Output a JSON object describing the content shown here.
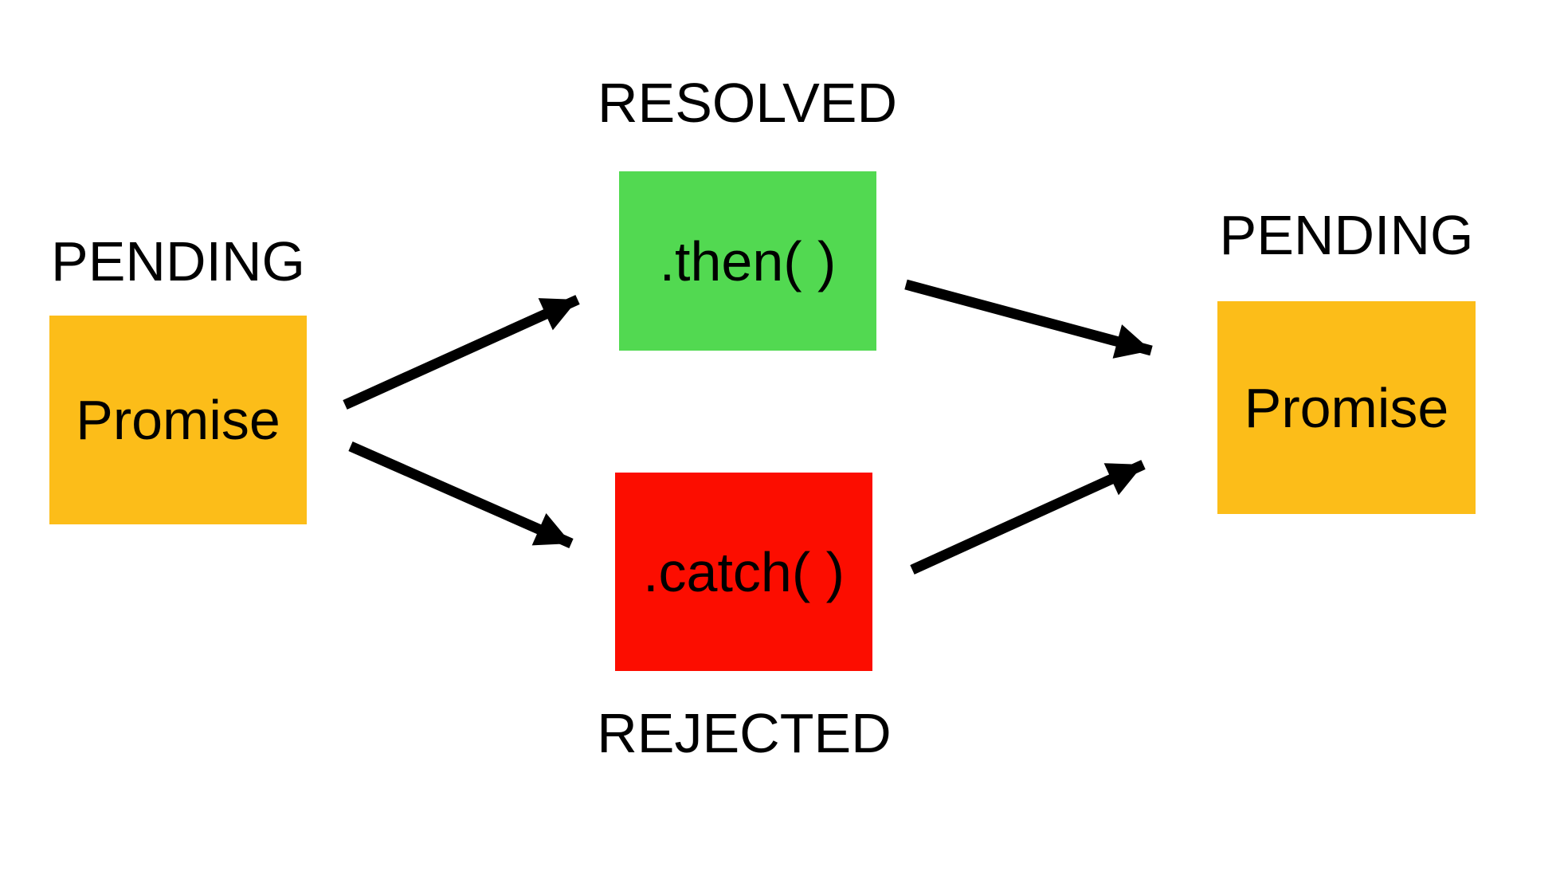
{
  "colors": {
    "background": "#FFFFFF",
    "text": "#000000",
    "arrow": "#000000",
    "pending": "#FCBD19",
    "resolved": "#52D951",
    "rejected": "#FC0D00"
  },
  "diagram": {
    "initial_promise": {
      "state_label": "PENDING",
      "box_label": "Promise"
    },
    "resolved_branch": {
      "state_label": "RESOLVED",
      "box_label": ".then( )"
    },
    "rejected_branch": {
      "state_label": "REJECTED",
      "box_label": ".catch( )"
    },
    "result_promise": {
      "state_label": "PENDING",
      "box_label": "Promise"
    },
    "arrows": [
      {
        "from": "initial-promise",
        "to": "then-box"
      },
      {
        "from": "initial-promise",
        "to": "catch-box"
      },
      {
        "from": "then-box",
        "to": "result-promise"
      },
      {
        "from": "catch-box",
        "to": "result-promise"
      }
    ]
  }
}
